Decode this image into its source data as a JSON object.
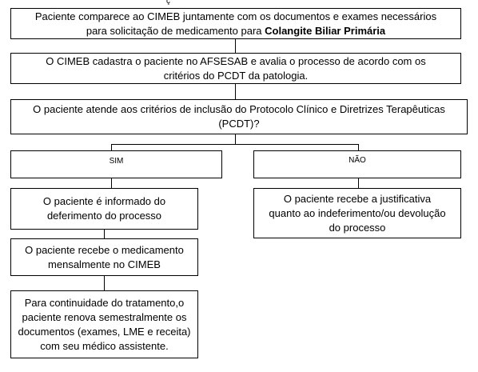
{
  "top_fragment": "ç",
  "box1": {
    "line1": "Paciente comparece ao CIMEB juntamente com os documentos e exames necessários",
    "line2_prefix": "para solicitação de medicamento para ",
    "line2_bold": "Colangite Biliar Primária"
  },
  "box2": {
    "line1": "O CIMEB cadastra o paciente no AFSESAB  e avalia o processo de acordo com os",
    "line2": "critérios do PCDT da patologia."
  },
  "box3": {
    "line1": "O paciente atende aos critérios de inclusão do Protocolo Clínico e Diretrizes Terapêuticas",
    "line2": "(PCDT)?"
  },
  "branch_yes": "SIM",
  "branch_no": "NÃO",
  "yes_steps": {
    "informed": {
      "line1": "O paciente é informado do",
      "line2": "deferimento do processo"
    },
    "receives": {
      "line1": "O paciente recebe o medicamento",
      "line2": "mensalmente no CIMEB"
    },
    "renewal": {
      "line1": "Para continuidade do tratamento,o",
      "line2": "paciente renova semestralmente os",
      "line3": "documentos (exames, LME e receita)",
      "line4": "com seu médico assistente."
    }
  },
  "no_step": {
    "line1": "O paciente recebe a justificativa",
    "line2": "quanto ao indeferimento/ou devolução",
    "line3": "do processo"
  }
}
